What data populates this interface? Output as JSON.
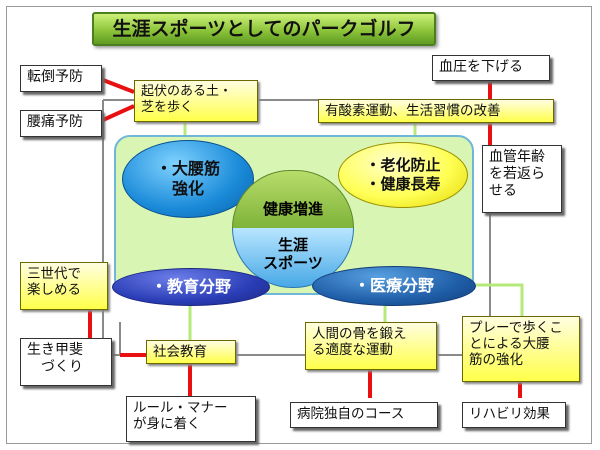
{
  "title": "生涯スポーツとしてのパークゴルフ",
  "boxes": {
    "fall_prevention": "転倒予防",
    "back_pain_prevention": "腰痛予防",
    "uneven_ground": "起伏のある土・\n芝を歩く",
    "lower_bp": "血圧を下げる",
    "aerobic": "有酸素運動、生活習慣の改善",
    "vascular_age": "血管年齢\nを若返ら\nせる",
    "three_generations": "三世代で\n楽しめる",
    "purpose_in_life": "生き甲斐\n　づくり",
    "social_education": "社会教育",
    "strong_bones": "人間の骨を鍛え\nる適度な運動",
    "psoas": "プレーで歩くこ\nとによる大腰\n筋の強化",
    "rules_manners": "ルール・マナー\nが身に着く",
    "hospital_course": "病院独自のコース",
    "rehab": "リハビリ効果"
  },
  "ellipses": {
    "psoas_strength": "・大腰筋\n強化",
    "anti_aging": "・老化防止\n・健康長寿",
    "education": "・教育分野",
    "medical": "・医療分野"
  },
  "center": {
    "health": "健康増進",
    "lifelong_sports": "生涯\nスポーツ"
  },
  "colors": {
    "connector_red": "#e81010",
    "connector_green": "#b5ea7a",
    "connector_gray": "#8a8a8a",
    "panel_fill": "#d8f5b3"
  }
}
